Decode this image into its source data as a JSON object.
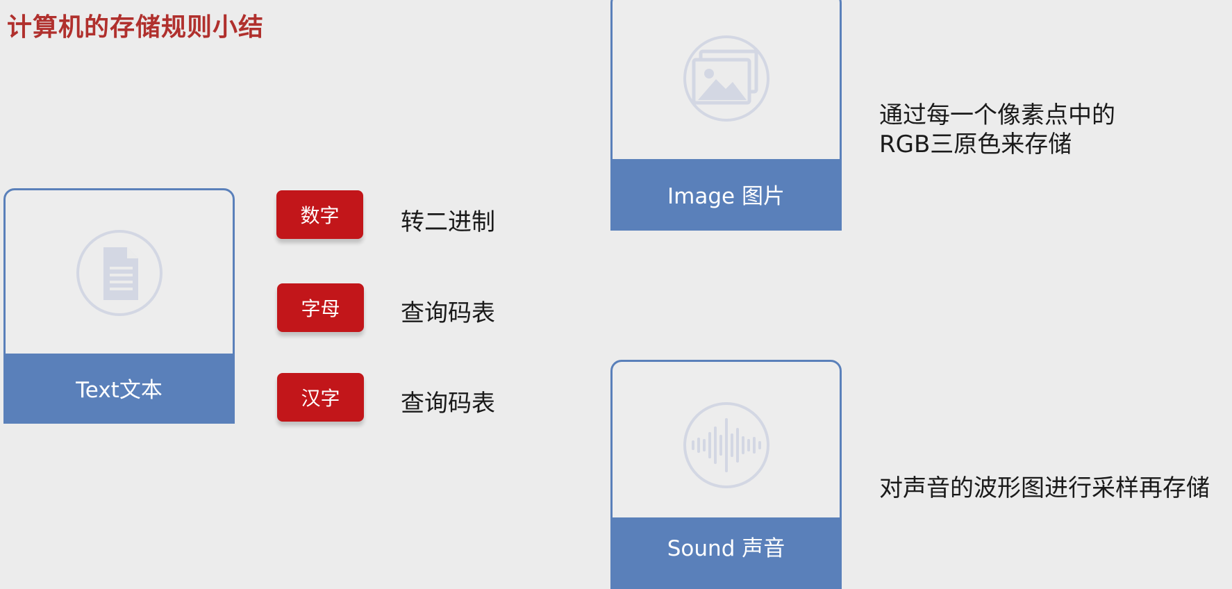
{
  "page": {
    "title": "计算机的存储规则小结"
  },
  "colors": {
    "title": "#b0302d",
    "card_accent": "#5a80ba",
    "tag_red": "#c2161a",
    "icon_stroke": "#d3d7e3",
    "background": "#ececec"
  },
  "text_card": {
    "caption": "Text文本",
    "icon": "document-icon"
  },
  "tags": [
    {
      "label": "数字",
      "description": "转二进制"
    },
    {
      "label": "字母",
      "description": "查询码表"
    },
    {
      "label": "汉字",
      "description": "查询码表"
    }
  ],
  "image_card": {
    "caption": "Image 图片",
    "icon": "image-icon",
    "note_line1": "通过每一个像素点中的",
    "note_line2": "RGB三原色来存储"
  },
  "sound_card": {
    "caption": "Sound 声音",
    "icon": "sound-wave-icon",
    "note": "对声音的波形图进行采样再存储"
  }
}
